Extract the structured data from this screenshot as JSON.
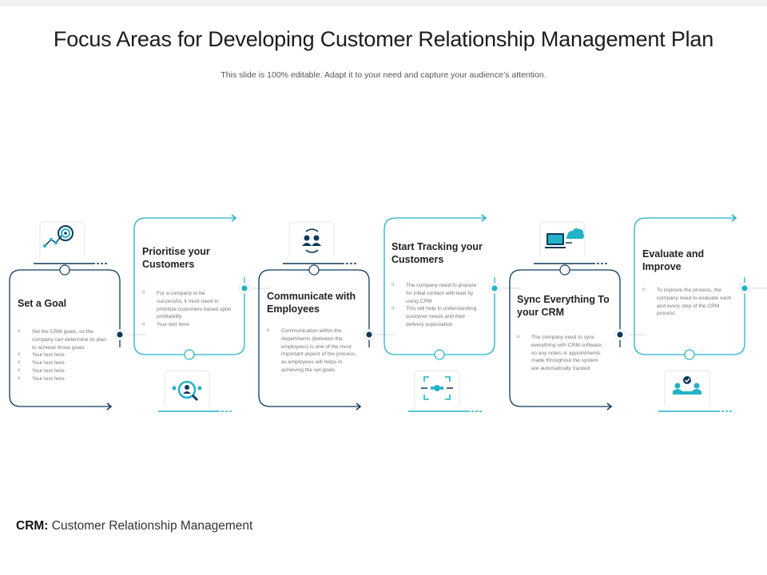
{
  "slide": {
    "title": "Focus Areas for Developing Customer Relationship Management Plan",
    "subtitle": "This slide is 100% editable. Adapt it to your need and capture your audience’s attention."
  },
  "colors": {
    "dark": "#0d3a5c",
    "teal": "#23b2c6",
    "text": "#222222",
    "muted": "#777777"
  },
  "steps": [
    {
      "title": "Set a Goal",
      "icon": "goal-target-chart-icon",
      "color": "dark",
      "bullets": [
        "Set the CRM goals, so the company can determine its plan to achieve those goals",
        "Your text here",
        "Your text here",
        "Your text here",
        "Your text here"
      ]
    },
    {
      "title": "Prioritise your Customers",
      "icon": "magnify-people-icon",
      "color": "teal",
      "bullets": [
        "For a company to be successful, it must need to prioritize customers based upon profitability",
        "Your text here"
      ]
    },
    {
      "title": "Communicate with Employees",
      "icon": "team-cycle-icon",
      "color": "dark",
      "bullets": [
        "Communication within the departments (between the employees) is one of the most important aspect of the process, as employees will helps in achieving the set goals"
      ]
    },
    {
      "title": "Start Tracking your Customers",
      "icon": "focus-tracking-icon",
      "color": "teal",
      "bullets": [
        "The company need to prepare for initial contact with lead by using CRM",
        "This will help in understanding customer needs and their delivery expectation"
      ]
    },
    {
      "title": "Sync Everything To your CRM",
      "icon": "cloud-sync-icon",
      "color": "dark",
      "bullets": [
        "The company need to sync everything with CRM software, so any notes or appointments made throughout the system are automatically tracked"
      ]
    },
    {
      "title": "Evaluate and Improve",
      "icon": "meeting-evaluate-icon",
      "color": "teal",
      "bullets": [
        "To improve the process, the company need to evaluate each and every step of the CRM process"
      ]
    }
  ],
  "footer": {
    "abbr": "CRM:",
    "text": " Customer Relationship Management"
  }
}
